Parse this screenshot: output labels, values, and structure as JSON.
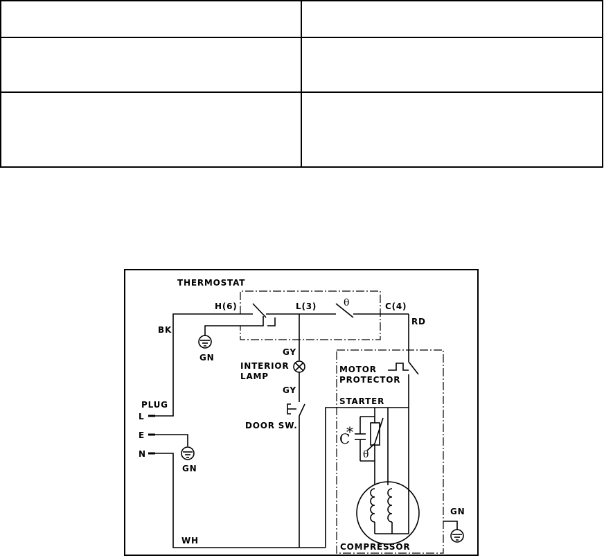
{
  "table": {
    "rows": [
      [
        "",
        ""
      ],
      [
        "",
        ""
      ],
      [
        "",
        ""
      ]
    ]
  },
  "diagram": {
    "thermostat": "THERMOSTAT",
    "terminal_h": "H(6)",
    "terminal_l": "L(3)",
    "theta_top": "θ",
    "terminal_c": "C(4)",
    "wire_bk": "BK",
    "wire_rd": "RD",
    "gn_thermostat": "GN",
    "gy_top": "GY",
    "interior_lamp": "INTERIOR",
    "interior_lamp_2": "LAMP",
    "gy_bottom": "GY",
    "door_switch": "DOOR SW.",
    "motor_protector": "MOTOR",
    "motor_protector_2": "PROTECTOR",
    "starter": "STARTER",
    "capacitor": "C",
    "asterisk": "*",
    "theta_starter": "θ",
    "plug": "PLUG",
    "pin_l": "L",
    "pin_e": "E",
    "pin_n": "N",
    "gn_plug": "GN",
    "wire_wh": "WH",
    "compressor": "COMPRESSOR",
    "gn_compressor": "GN"
  }
}
